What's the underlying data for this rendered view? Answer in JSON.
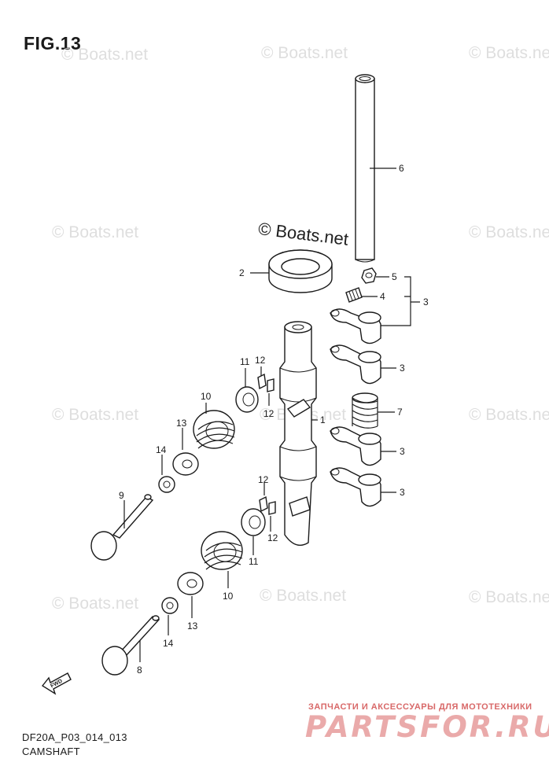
{
  "figure": {
    "title": "FIG.13",
    "code": "DF20A_P03_014_013",
    "subtitle": "CAMSHAFT"
  },
  "watermark": {
    "text": "© Boats.net",
    "main_text": "© Boats.net"
  },
  "advert": {
    "top_text": "ЗАПЧАСТИ И АКСЕССУАРЫ ДЛЯ МОТОТЕХНИКИ",
    "logo_text": "PARTSFOR.RU",
    "color": "#d86868"
  },
  "fwd_label": "FWD",
  "callouts": [
    "6",
    "2",
    "5",
    "4",
    "3",
    "3",
    "1",
    "7",
    "3",
    "3",
    "11",
    "12",
    "12",
    "10",
    "13",
    "14",
    "9",
    "12",
    "12",
    "11",
    "10",
    "13",
    "14",
    "8"
  ]
}
